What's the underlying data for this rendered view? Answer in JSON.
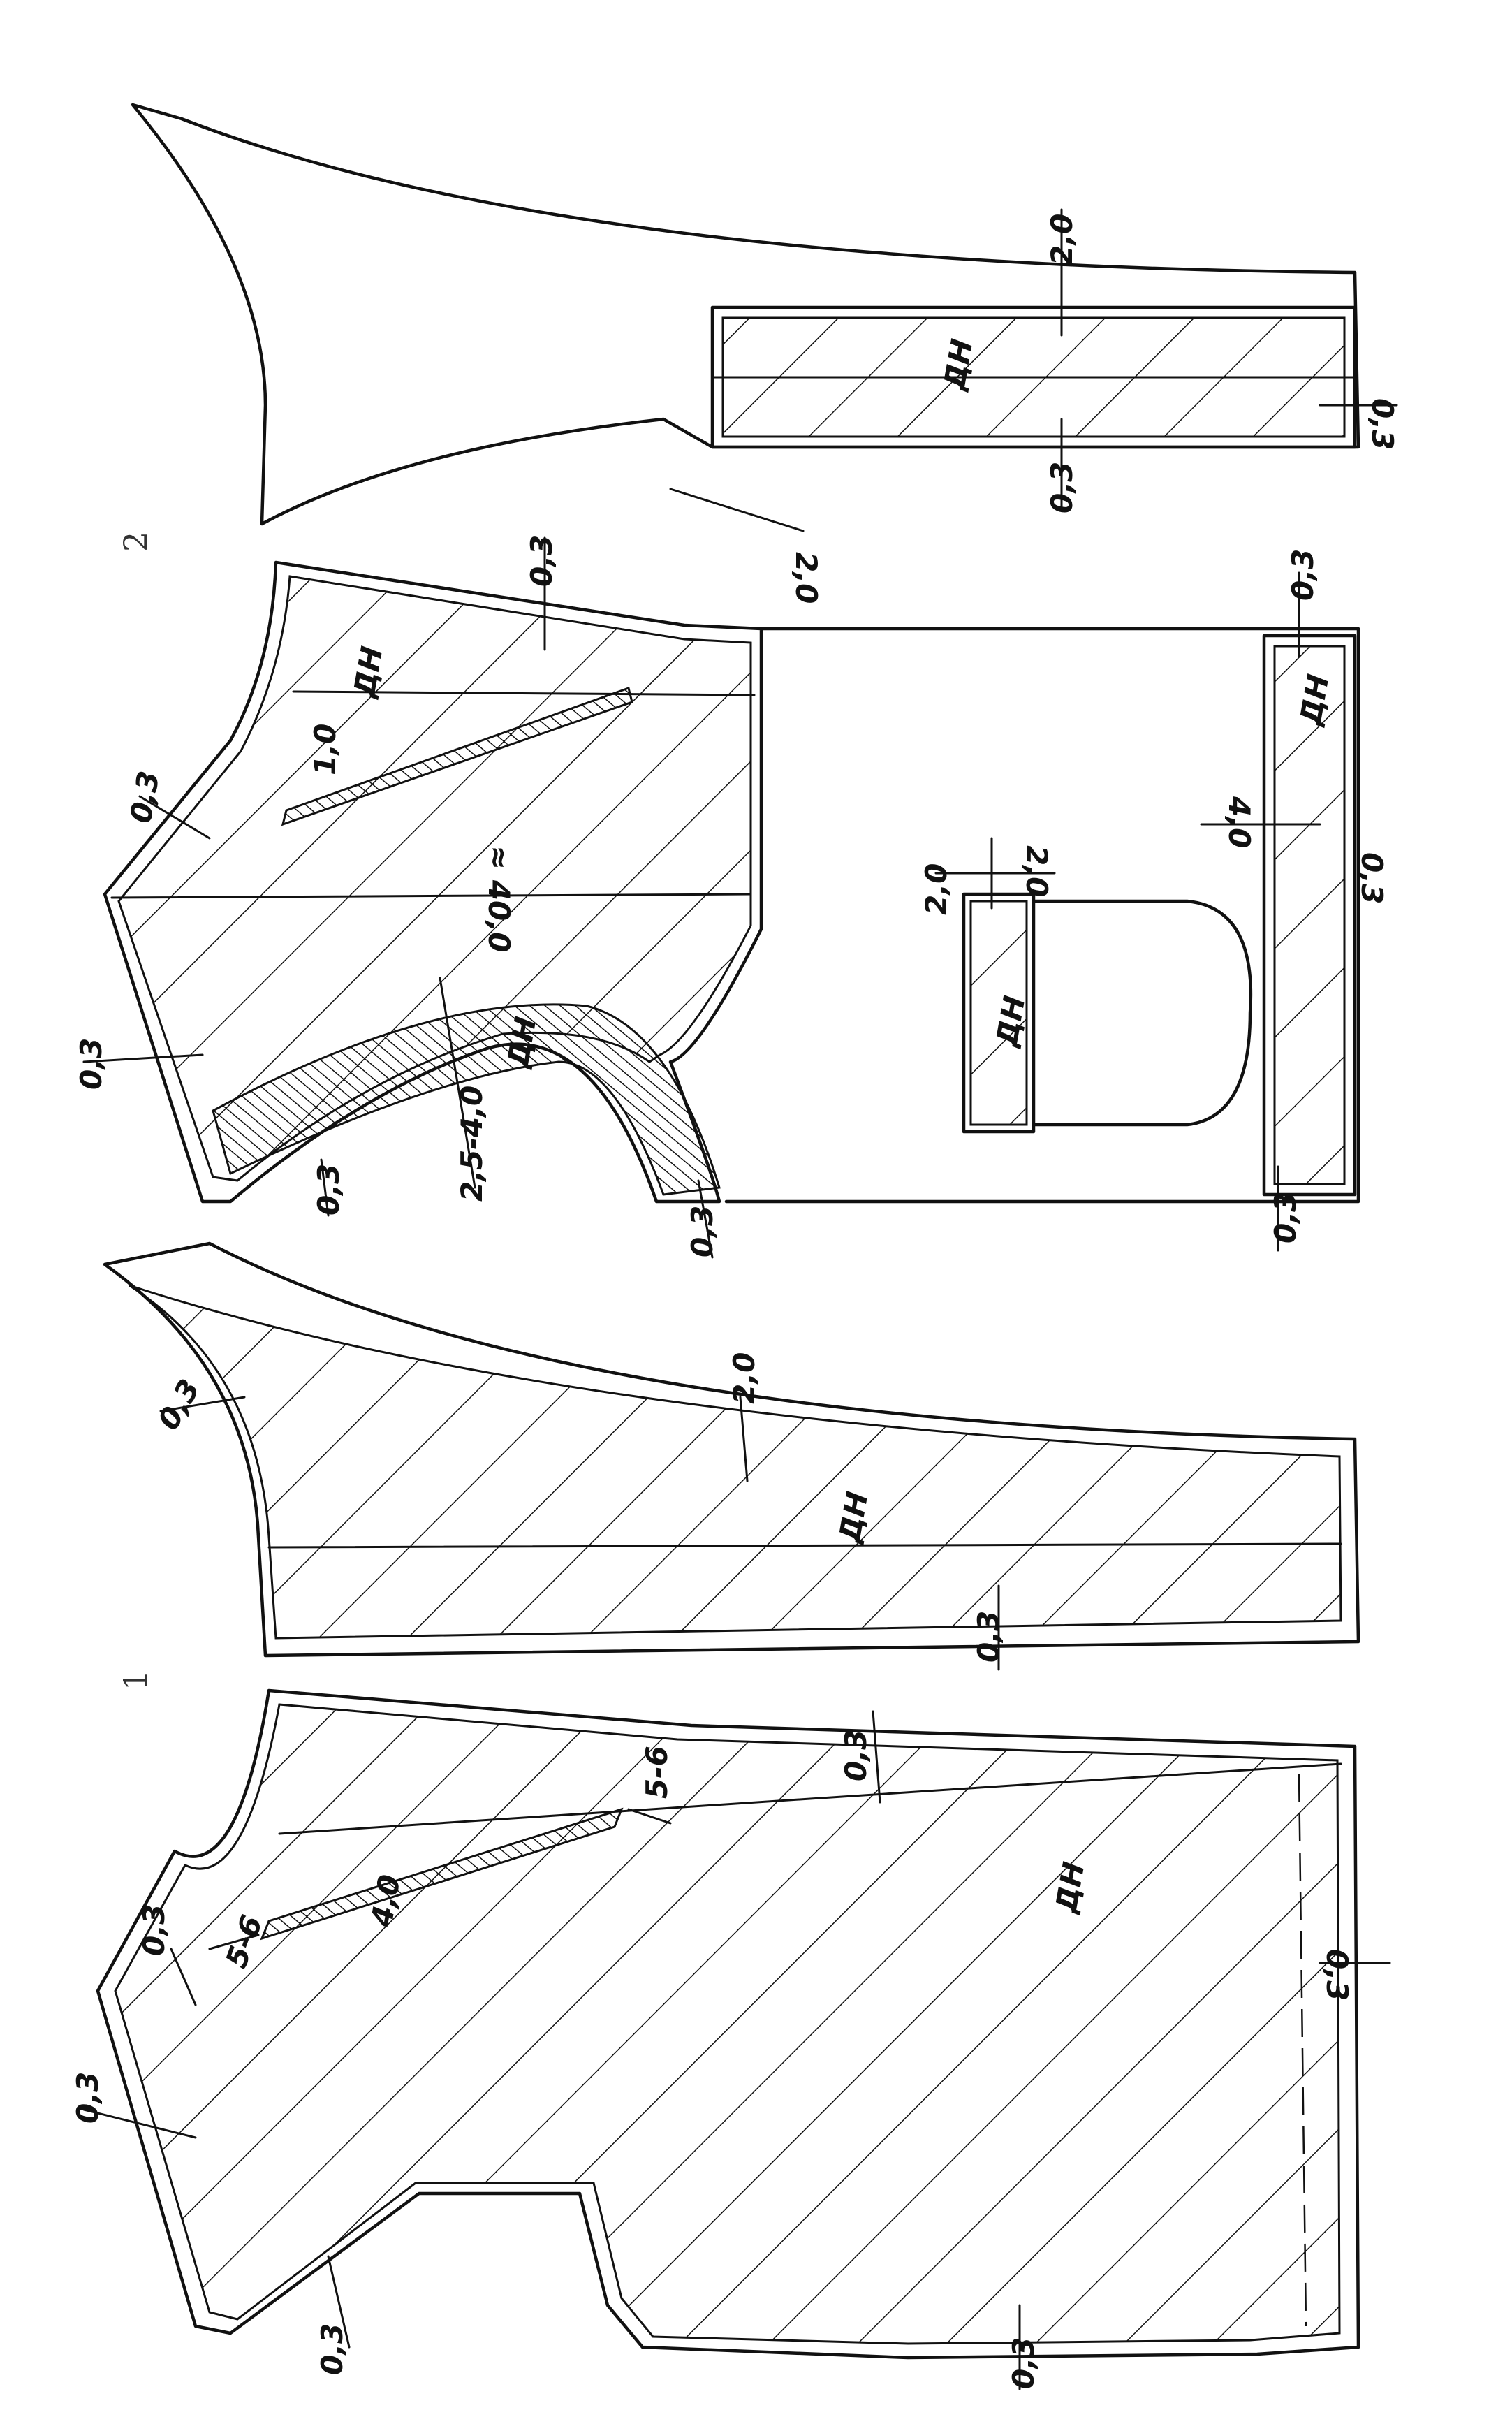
{
  "diagram": {
    "figure_numbers": {
      "fig1": "1",
      "fig2": "2"
    },
    "front_piece": {
      "allowances": {
        "neck": "0,3",
        "armhole": "0,3",
        "shoulder": "0,3",
        "side": "0,3",
        "hem": "0,3",
        "hem_left": "0,3"
      },
      "dart": {
        "top": "5-6",
        "bottom": "5-6",
        "width": "4,0"
      },
      "grain_label": "ДН"
    },
    "back_piece_1": {
      "allowances": {
        "neck": "0,3",
        "centre": "2,0",
        "side": "0,3"
      },
      "grain_label": "ДН"
    },
    "front_piece_2": {
      "allowances": {
        "neck": "0,3",
        "shoulder": "0,3",
        "armhole_top": "0,3",
        "facing": "0,3",
        "lapel": "2,5-4,0",
        "facing_bottom": "0,3"
      },
      "dart_width": "1,0",
      "length": "≈ 40,0",
      "grain_label": "ДН",
      "facing_label": "ДН"
    },
    "pocket": {
      "allowances": {
        "top": "2,0",
        "side": "2,0"
      },
      "label": "ДН"
    },
    "hem_strip": {
      "allowances": {
        "left": "0,3",
        "top": "0,3",
        "side": "0,3",
        "width": "4,0"
      },
      "label": "ДН"
    },
    "back_piece_2": {
      "allowances": {
        "top": "2,0",
        "bottom": "0,3",
        "side": "0,3",
        "offset": "2,0"
      },
      "grain_label": "ДН"
    }
  }
}
